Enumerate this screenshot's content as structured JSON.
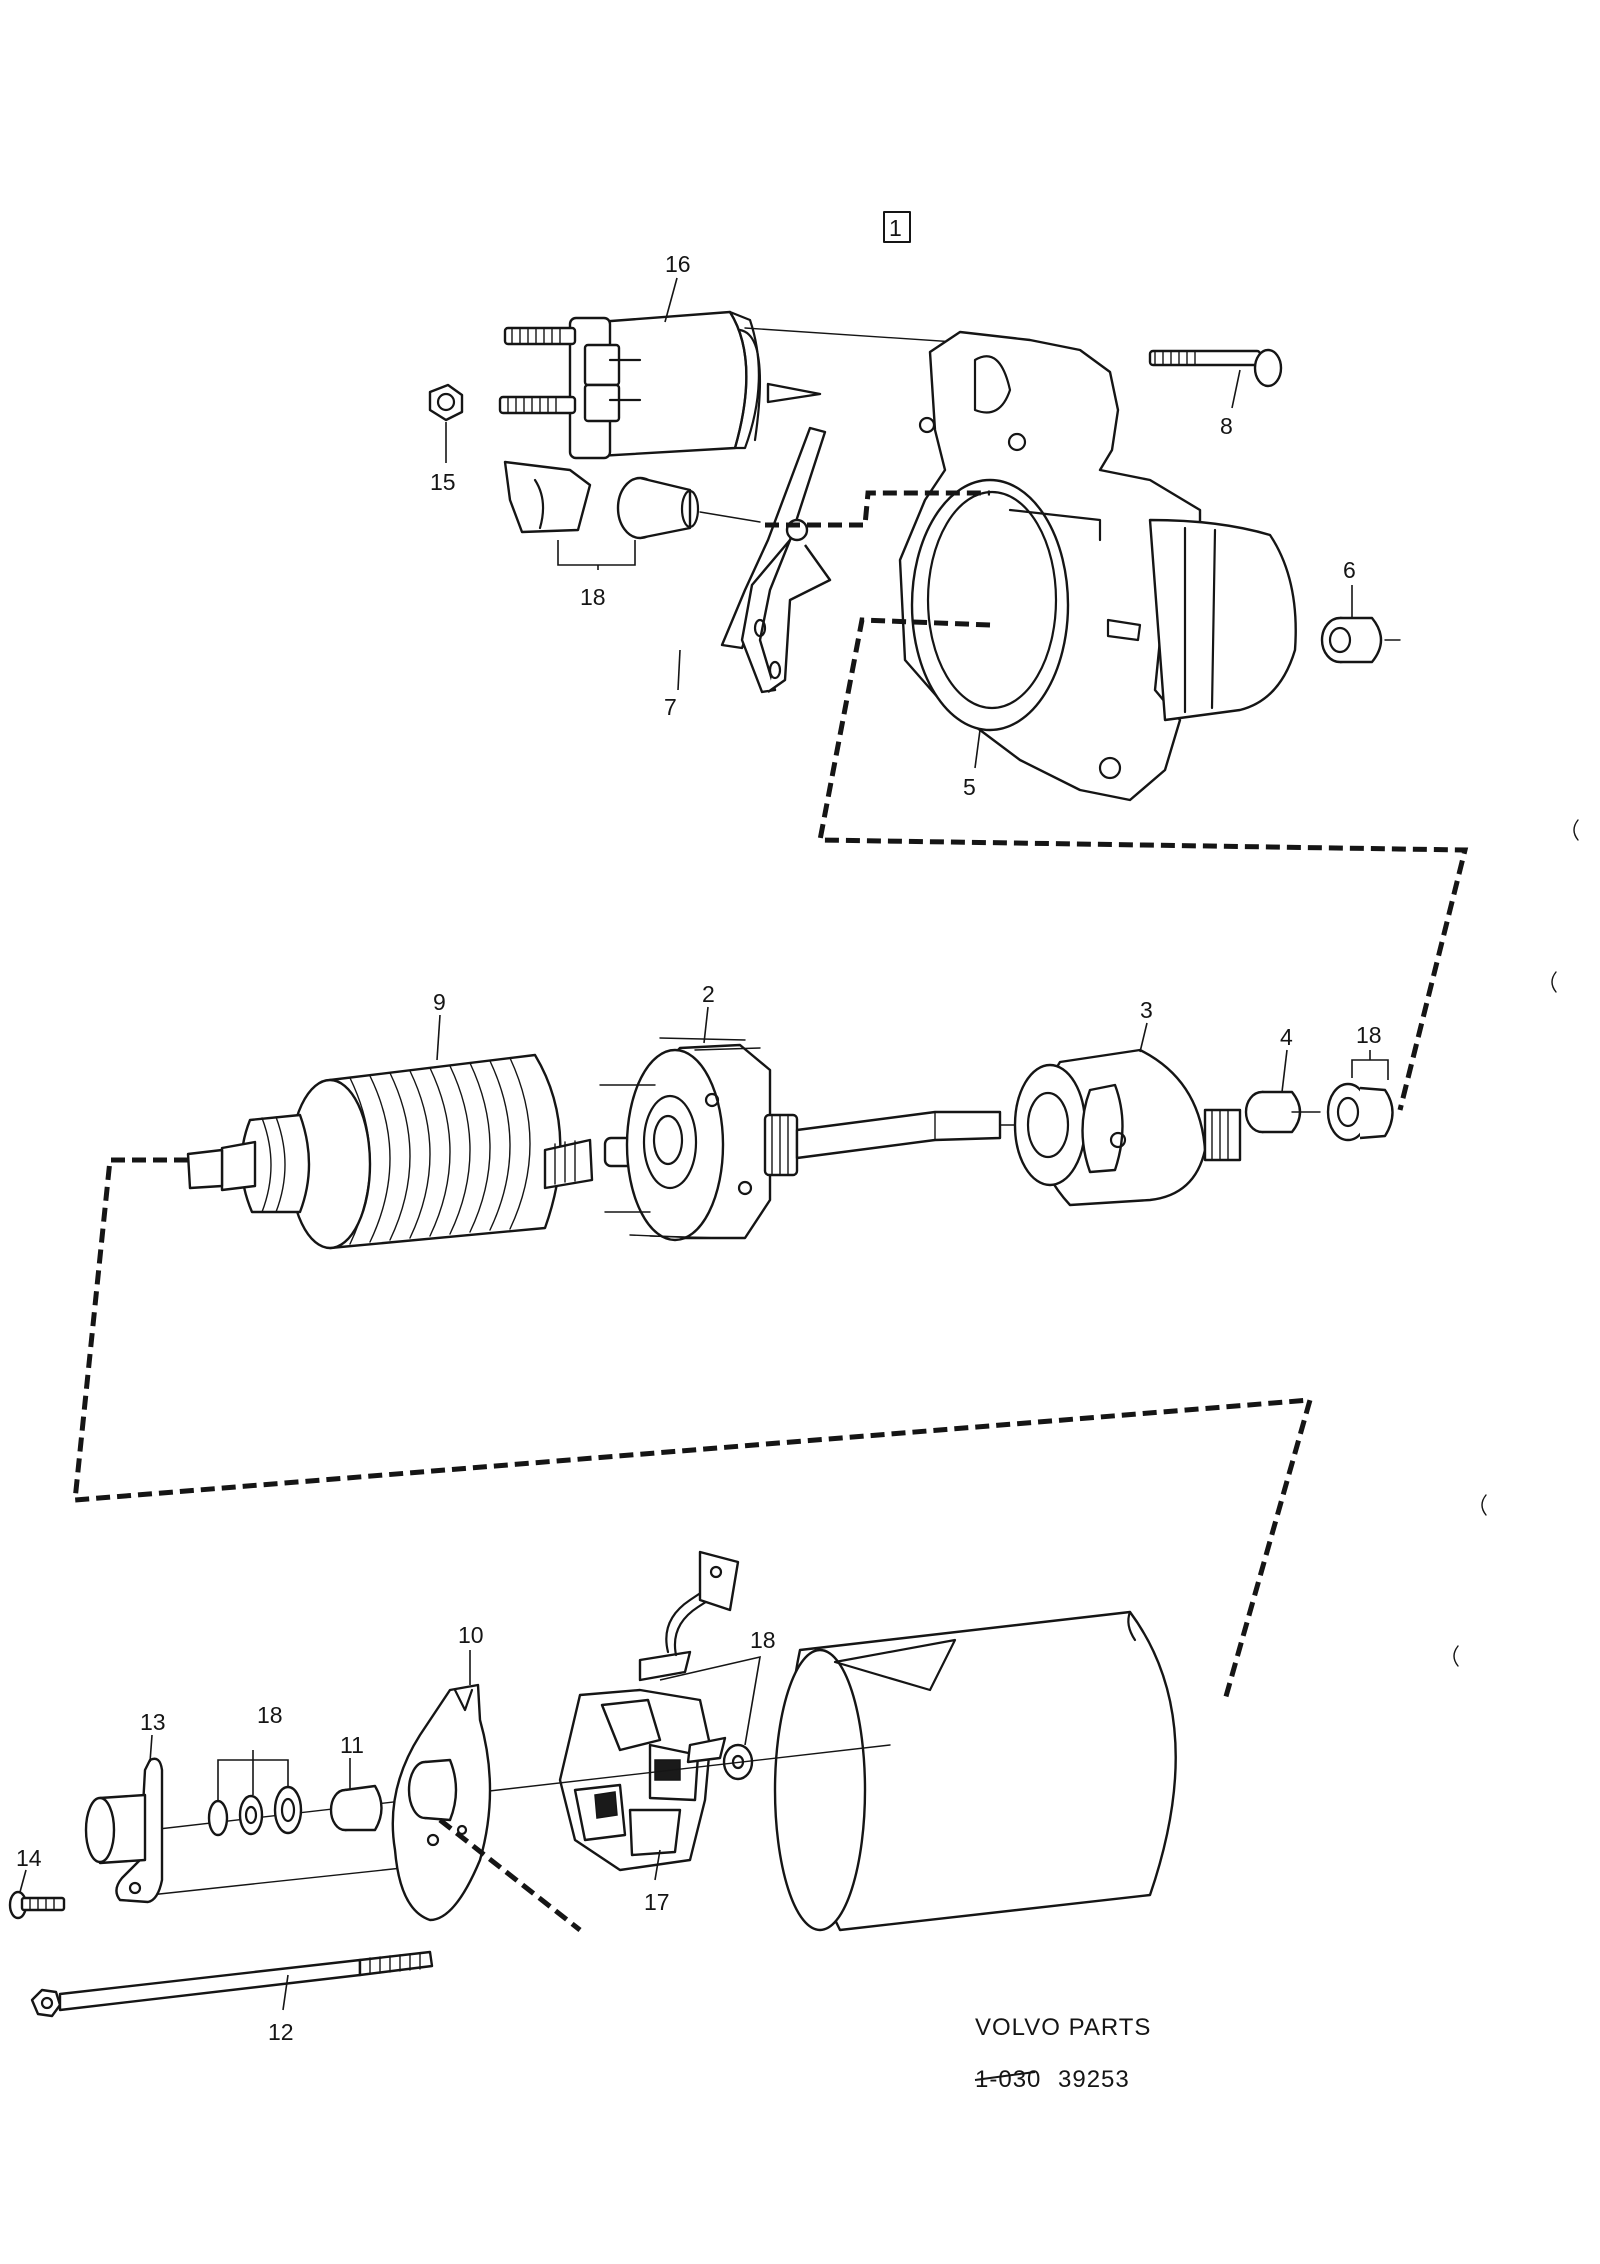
{
  "diagram": {
    "group_box": "1",
    "callouts": {
      "c16": "16",
      "c15": "15",
      "c18a": "18",
      "c7": "7",
      "c8": "8",
      "c6": "6",
      "c5": "5",
      "c9": "9",
      "c2": "2",
      "c3": "3",
      "c4": "4",
      "c18b": "18",
      "c10": "10",
      "c13": "13",
      "c18c": "18",
      "c11": "11",
      "c14": "14",
      "c12": "12",
      "c17": "17",
      "c18d": "18"
    },
    "footer": {
      "brand": "VOLVO PARTS",
      "code_struck": "1-030",
      "code": "39253"
    }
  }
}
